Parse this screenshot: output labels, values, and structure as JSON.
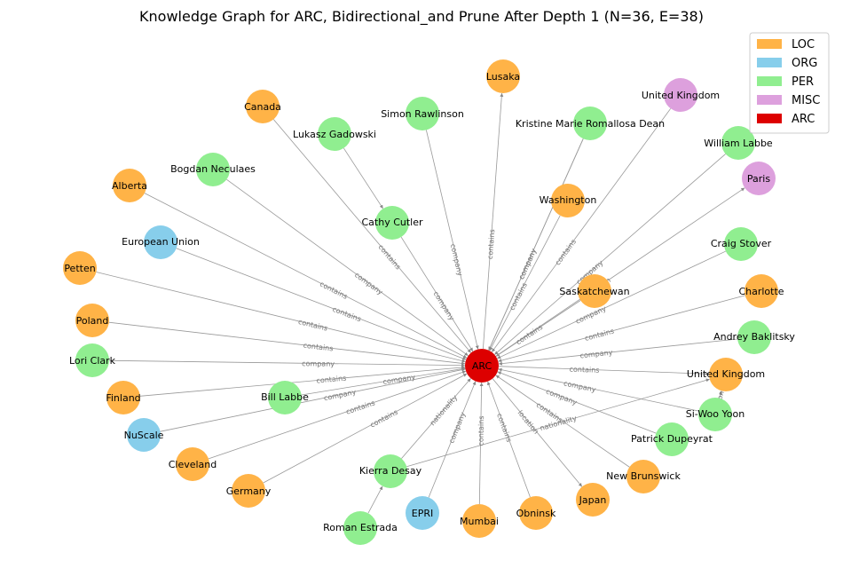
{
  "title": "Knowledge Graph for ARC, Bidirectional_and Prune After Depth 1 (N=36, E=38)",
  "legend": [
    {
      "type": "LOC",
      "color": "#FFB347"
    },
    {
      "type": "ORG",
      "color": "#87CEEB"
    },
    {
      "type": "PER",
      "color": "#90EE90"
    },
    {
      "type": "MISC",
      "color": "#DDA0DD"
    },
    {
      "type": "ARC",
      "color": "#DD0000"
    }
  ],
  "center": {
    "id": "arc",
    "label": "ARC",
    "type": "ARC"
  },
  "nodes": [
    {
      "id": "lusaka",
      "label": "Lusaka",
      "type": "LOC"
    },
    {
      "id": "uk1",
      "label": "United Kingdom",
      "type": "MISC"
    },
    {
      "id": "canada",
      "label": "Canada",
      "type": "LOC"
    },
    {
      "id": "simon",
      "label": "Simon Rawlinson",
      "type": "PER"
    },
    {
      "id": "kristine",
      "label": "Kristine Marie Romallosa Dean",
      "type": "PER"
    },
    {
      "id": "lukasz",
      "label": "Lukasz Gadowski",
      "type": "PER"
    },
    {
      "id": "william",
      "label": "William Labbe",
      "type": "PER"
    },
    {
      "id": "bogdan",
      "label": "Bogdan Neculaes",
      "type": "PER"
    },
    {
      "id": "paris",
      "label": "Paris",
      "type": "MISC"
    },
    {
      "id": "alberta",
      "label": "Alberta",
      "type": "LOC"
    },
    {
      "id": "washington",
      "label": "Washington",
      "type": "LOC"
    },
    {
      "id": "cathy",
      "label": "Cathy Cutler",
      "type": "PER"
    },
    {
      "id": "eu",
      "label": "European Union",
      "type": "ORG"
    },
    {
      "id": "craig",
      "label": "Craig Stover",
      "type": "PER"
    },
    {
      "id": "petten",
      "label": "Petten",
      "type": "LOC"
    },
    {
      "id": "charlotte",
      "label": "Charlotte",
      "type": "LOC"
    },
    {
      "id": "saskatchewan",
      "label": "Saskatchewan",
      "type": "LOC"
    },
    {
      "id": "poland",
      "label": "Poland",
      "type": "LOC"
    },
    {
      "id": "andrey",
      "label": "Andrey Baklitsky",
      "type": "PER"
    },
    {
      "id": "lori",
      "label": "Lori Clark",
      "type": "PER"
    },
    {
      "id": "uk2",
      "label": "United Kingdom",
      "type": "LOC"
    },
    {
      "id": "finland",
      "label": "Finland",
      "type": "LOC"
    },
    {
      "id": "bill",
      "label": "Bill Labbe",
      "type": "PER"
    },
    {
      "id": "siwoo",
      "label": "Si-Woo Yoon",
      "type": "PER"
    },
    {
      "id": "nuscale",
      "label": "NuScale",
      "type": "ORG"
    },
    {
      "id": "patrick",
      "label": "Patrick Dupeyrat",
      "type": "PER"
    },
    {
      "id": "cleveland",
      "label": "Cleveland",
      "type": "LOC"
    },
    {
      "id": "kierra",
      "label": "Kierra Desay",
      "type": "PER"
    },
    {
      "id": "newbrunswick",
      "label": "New Brunswick",
      "type": "LOC"
    },
    {
      "id": "germany",
      "label": "Germany",
      "type": "LOC"
    },
    {
      "id": "japan",
      "label": "Japan",
      "type": "LOC"
    },
    {
      "id": "obninsk",
      "label": "Obninsk",
      "type": "LOC"
    },
    {
      "id": "epri",
      "label": "EPRI",
      "type": "ORG"
    },
    {
      "id": "mumbai",
      "label": "Mumbai",
      "type": "LOC"
    },
    {
      "id": "roman",
      "label": "Roman Estrada",
      "type": "PER"
    }
  ],
  "edges": [
    {
      "from": "arc",
      "to": "lusaka",
      "label": "contains"
    },
    {
      "from": "simon",
      "to": "arc",
      "label": "company"
    },
    {
      "from": "kristine",
      "to": "arc",
      "label": "company"
    },
    {
      "from": "uk1",
      "to": "arc",
      "label": "contains"
    },
    {
      "from": "lukasz",
      "to": "cathy",
      "label": ""
    },
    {
      "from": "cathy",
      "to": "arc",
      "label": "company"
    },
    {
      "from": "canada",
      "to": "arc",
      "label": "contains"
    },
    {
      "from": "bogdan",
      "to": "arc",
      "label": "company"
    },
    {
      "from": "alberta",
      "to": "arc",
      "label": "contains"
    },
    {
      "from": "eu",
      "to": "arc",
      "label": "contains"
    },
    {
      "from": "petten",
      "to": "arc",
      "label": "contains"
    },
    {
      "from": "poland",
      "to": "arc",
      "label": "contains"
    },
    {
      "from": "lori",
      "to": "arc",
      "label": "company"
    },
    {
      "from": "finland",
      "to": "arc",
      "label": "contains"
    },
    {
      "from": "bill",
      "to": "arc",
      "label": "company"
    },
    {
      "from": "nuscale",
      "to": "arc",
      "label": "company"
    },
    {
      "from": "cleveland",
      "to": "arc",
      "label": "contains"
    },
    {
      "from": "germany",
      "to": "arc",
      "label": "contains"
    },
    {
      "from": "roman",
      "to": "kierra",
      "label": ""
    },
    {
      "from": "kierra",
      "to": "arc",
      "label": "nationality"
    },
    {
      "from": "epri",
      "to": "arc",
      "label": "company"
    },
    {
      "from": "mumbai",
      "to": "arc",
      "label": "contains"
    },
    {
      "from": "obninsk",
      "to": "arc",
      "label": "contains"
    },
    {
      "from": "arc",
      "to": "japan",
      "label": "location"
    },
    {
      "from": "newbrunswick",
      "to": "arc",
      "label": "contains"
    },
    {
      "from": "patrick",
      "to": "arc",
      "label": "company"
    },
    {
      "from": "siwoo",
      "to": "arc",
      "label": "company"
    },
    {
      "from": "arc",
      "to": "uk2",
      "label": "contains"
    },
    {
      "from": "andrey",
      "to": "arc",
      "label": "company"
    },
    {
      "from": "charlotte",
      "to": "arc",
      "label": "contains"
    },
    {
      "from": "craig",
      "to": "arc",
      "label": "company"
    },
    {
      "from": "saskatchewan",
      "to": "arc",
      "label": "contains"
    },
    {
      "from": "arc",
      "to": "paris",
      "label": "location"
    },
    {
      "from": "william",
      "to": "arc",
      "label": "company"
    },
    {
      "from": "washington",
      "to": "arc",
      "label": "contains"
    },
    {
      "from": "kierra",
      "to": "uk2",
      "label": "nationality"
    },
    {
      "from": "siwoo",
      "to": "uk2",
      "label": "nationality"
    },
    {
      "from": "kristine",
      "to": "arc",
      "label": "company"
    }
  ]
}
